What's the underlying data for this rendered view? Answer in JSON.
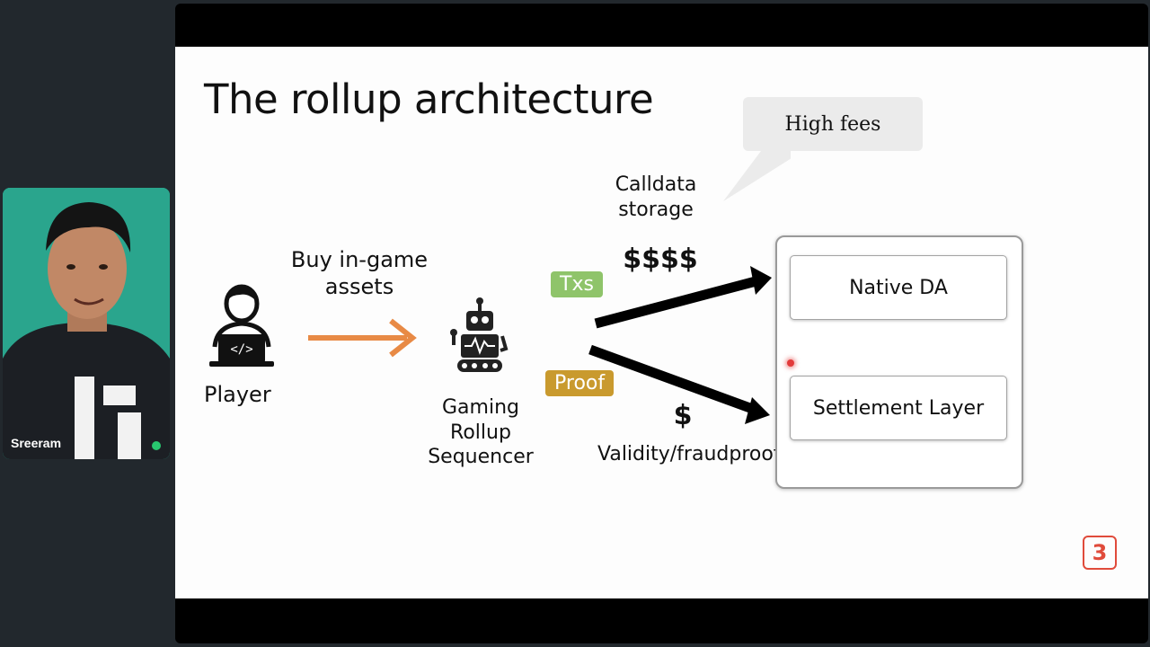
{
  "slide": {
    "title": "The rollup architecture",
    "player_label": "Player",
    "buy_label": "Buy in-game assets",
    "sequencer_label": "Gaming Rollup Sequencer",
    "calldata_label": "Calldata storage",
    "high_cost": "$$$$",
    "low_cost": "$",
    "txs_tag": "Txs",
    "proof_tag": "Proof",
    "validity_label": "Validity/fraudproof",
    "bubble_text": "High fees",
    "box_native_da": "Native DA",
    "box_settlement": "Settlement Layer",
    "logo_glyph": "3"
  },
  "webcam": {
    "participant_name": "Sreeram"
  },
  "colors": {
    "orange_arrow": "#e88a45",
    "txs_green": "#8fc46a",
    "proof_gold": "#c99a2e",
    "logo_red": "#e04b3b",
    "webcam_bg": "#2aa58d"
  }
}
